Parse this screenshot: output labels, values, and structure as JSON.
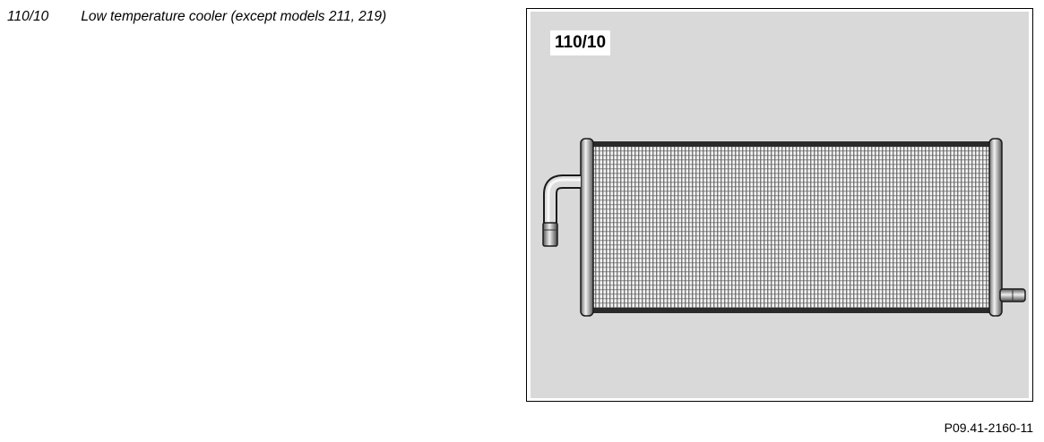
{
  "caption": {
    "code": "110/10",
    "text": "Low temperature cooler (except models 211, 219)"
  },
  "figure": {
    "label": "110/10",
    "illustration": "low-temperature-cooler-radiator"
  },
  "footer": {
    "reference": "P09.41-2160-11"
  },
  "colors": {
    "figure_background": "#d9d9d9",
    "frame_border": "#000000"
  }
}
